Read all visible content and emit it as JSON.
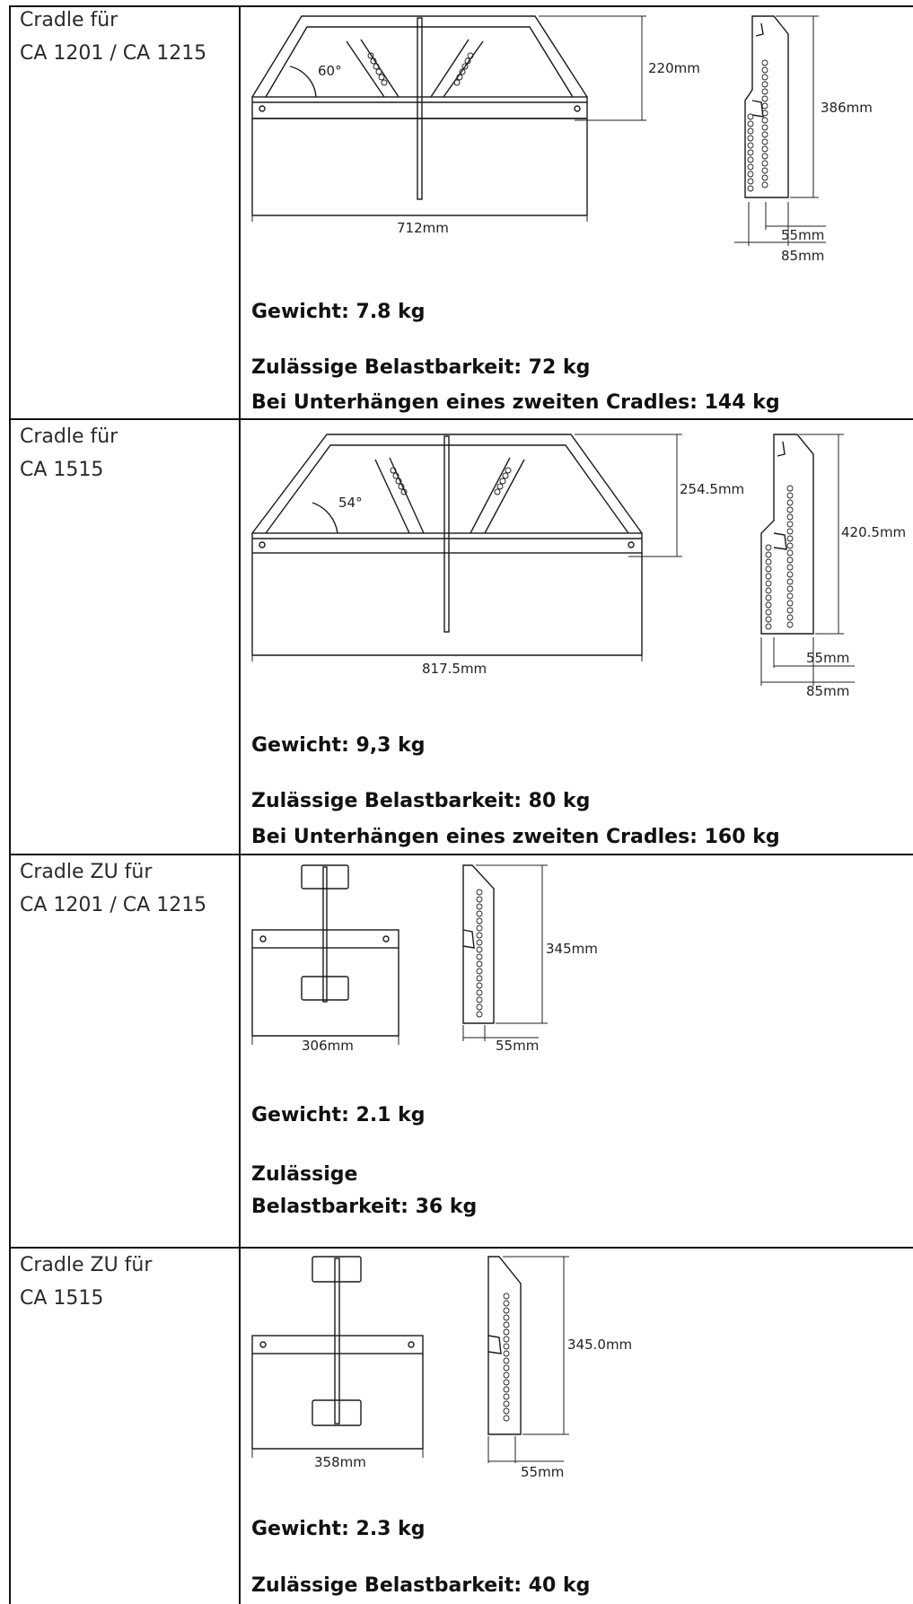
{
  "rows": [
    {
      "label_line1": "Cradle für",
      "label_line2": "CA 1201 / CA 1215",
      "angle": "60°",
      "height": "220mm",
      "width": "712mm",
      "side_height": "386mm",
      "side_inner": "55mm",
      "side_outer": "85mm",
      "weight": "Gewicht: 7.8 kg",
      "load": "Zulässige Belastbarkeit: 72 kg",
      "load2": "Bei Unterhängen eines zweiten Cradles: 144 kg"
    },
    {
      "label_line1": "Cradle für",
      "label_line2": "CA 1515",
      "angle": "54°",
      "height": "254.5mm",
      "width": "817.5mm",
      "side_height": "420.5mm",
      "side_inner": "55mm",
      "side_outer": "85mm",
      "weight": "Gewicht: 9,3 kg",
      "load": "Zulässige Belastbarkeit: 80 kg",
      "load2": "Bei Unterhängen eines zweiten Cradles: 160 kg"
    },
    {
      "label_line1": "Cradle ZU für",
      "label_line2": "CA 1201 / CA 1215",
      "width": "306mm",
      "side_height": "345mm",
      "side_inner": "55mm",
      "weight": "Gewicht: 2.1 kg",
      "load_line1": "Zulässige",
      "load_line2": "Belastbarkeit: 36 kg"
    },
    {
      "label_line1": "Cradle ZU für",
      "label_line2": "CA 1515",
      "width": "358mm",
      "side_height": "345.0mm",
      "side_inner": "55mm",
      "weight": "Gewicht: 2.3 kg",
      "load": "Zulässige Belastbarkeit: 40 kg"
    }
  ]
}
